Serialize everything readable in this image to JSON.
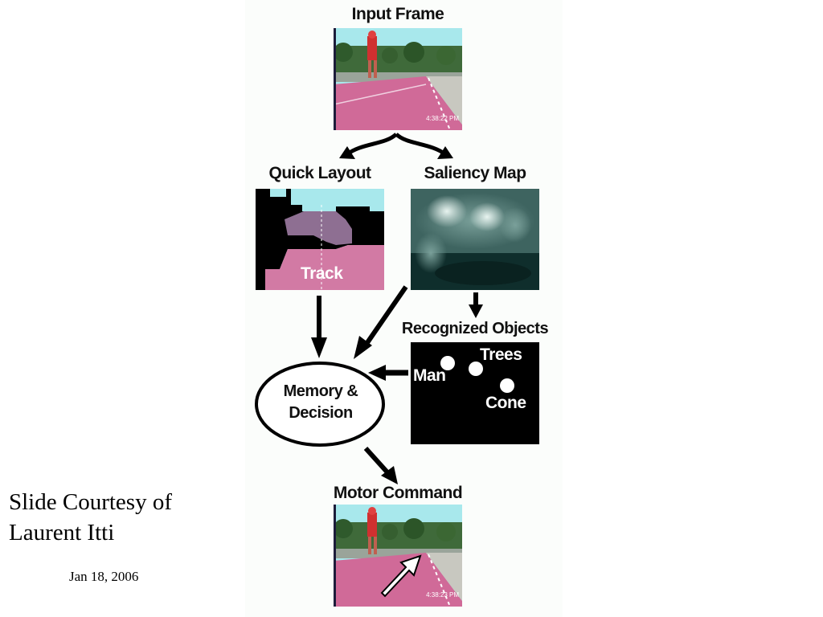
{
  "diagram": {
    "input_frame": {
      "title": "Input Frame",
      "timestamp": "4:38:22 PM"
    },
    "quick_layout": {
      "title": "Quick Layout",
      "region_label": "Track"
    },
    "saliency_map": {
      "title": "Saliency Map"
    },
    "recognized_objects": {
      "title": "Recognized Objects",
      "objects": [
        "Man",
        "Trees",
        "Cone"
      ]
    },
    "memory_decision": {
      "line1": "Memory &",
      "line2": "Decision"
    },
    "motor_command": {
      "title": "Motor Command",
      "timestamp": "4:38:23 PM"
    }
  },
  "credit": {
    "line1": "Slide Courtesy of",
    "line2": "Laurent Itti"
  },
  "date": "Jan 18, 2006",
  "colors": {
    "track_pink": "#d06a98",
    "sky_cyan": "#a8e8ec",
    "layout_pink": "#d27aa4",
    "layout_purple": "#8e6f92",
    "saliency_dark": "#0f2e2c",
    "objects_bg": "#000000"
  }
}
